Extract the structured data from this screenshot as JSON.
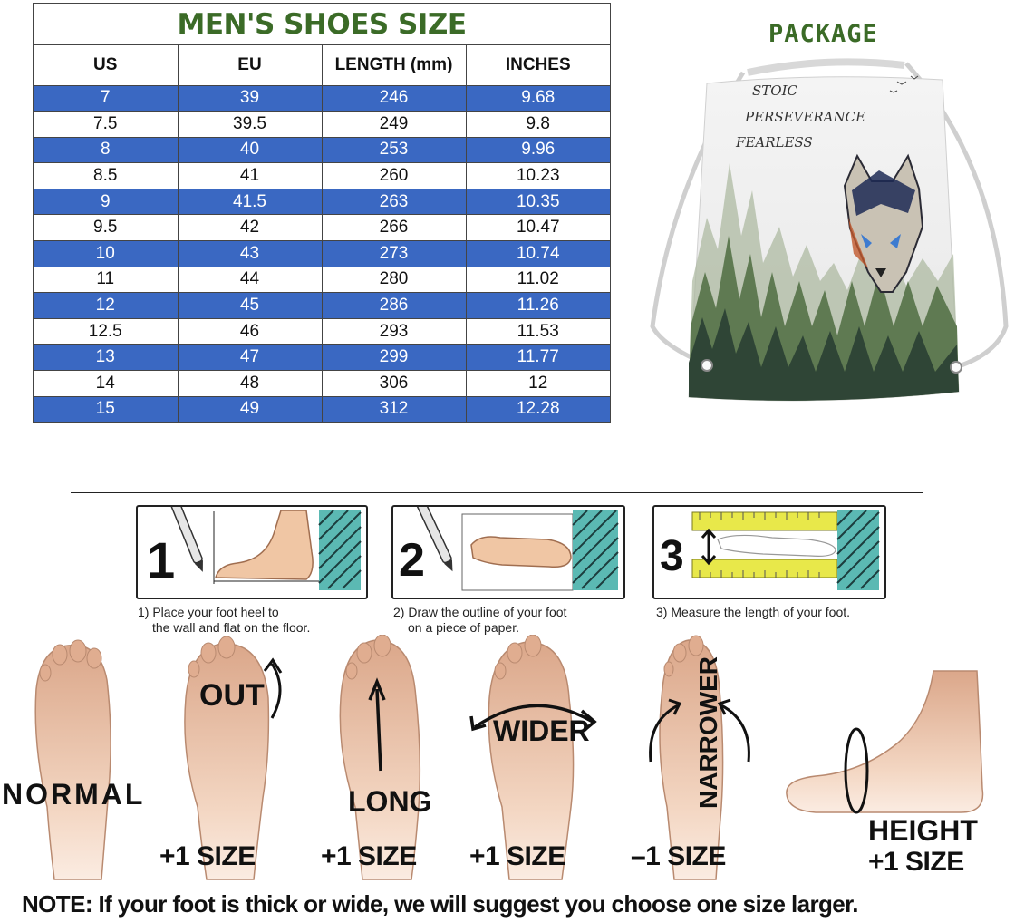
{
  "size_chart": {
    "title": "MEN'S SHOES SIZE",
    "columns": [
      "US",
      "EU",
      "LENGTH (mm)",
      "INCHES"
    ],
    "rows": [
      [
        "7",
        "39",
        "246",
        "9.68"
      ],
      [
        "7.5",
        "39.5",
        "249",
        "9.8"
      ],
      [
        "8",
        "40",
        "253",
        "9.96"
      ],
      [
        "8.5",
        "41",
        "260",
        "10.23"
      ],
      [
        "9",
        "41.5",
        "263",
        "10.35"
      ],
      [
        "9.5",
        "42",
        "266",
        "10.47"
      ],
      [
        "10",
        "43",
        "273",
        "10.74"
      ],
      [
        "11",
        "44",
        "280",
        "11.02"
      ],
      [
        "12",
        "45",
        "286",
        "11.26"
      ],
      [
        "12.5",
        "46",
        "293",
        "11.53"
      ],
      [
        "13",
        "47",
        "299",
        "11.77"
      ],
      [
        "14",
        "48",
        "306",
        "12"
      ],
      [
        "15",
        "49",
        "312",
        "12.28"
      ]
    ],
    "colors": {
      "stripe": "#3a68c2",
      "title": "#3b6b27"
    }
  },
  "package": {
    "label": "PACKAGE",
    "bag_words": [
      "STOIC",
      "PERSEVERANCE",
      "FEARLESS"
    ]
  },
  "measure_steps": [
    {
      "number": "1",
      "caption_line1": "1) Place your foot heel to",
      "caption_line2": "the wall and flat on the floor."
    },
    {
      "number": "2",
      "caption_line1": "2) Draw the outline of your foot",
      "caption_line2": "on a piece of paper."
    },
    {
      "number": "3",
      "caption_line1": "3) Measure the length of your foot.",
      "caption_line2": ""
    }
  ],
  "foot_types": {
    "normal": "NORMAL",
    "out": "OUT",
    "long": "LONG",
    "wider": "WIDER",
    "narrower": "NARROWER",
    "height": "HEIGHT",
    "plus_size": "+1 SIZE",
    "minus_size": "–1 SIZE"
  },
  "note": "NOTE: If your foot is thick or wide, we will suggest you choose one size larger."
}
